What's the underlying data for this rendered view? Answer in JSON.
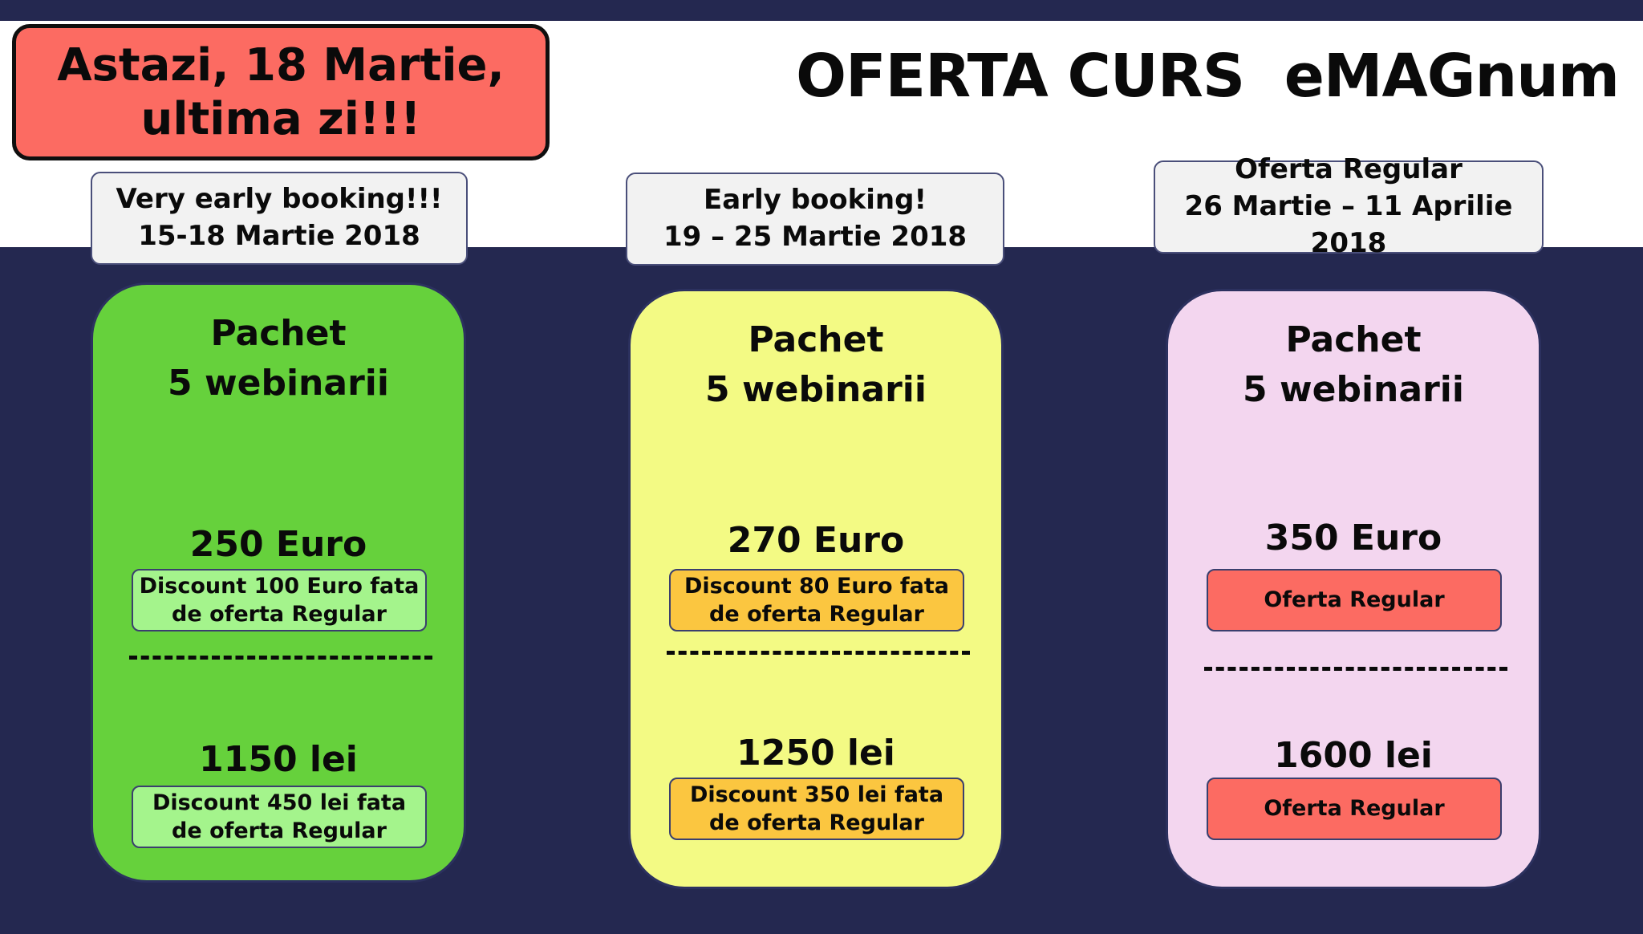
{
  "header": {
    "title": "OFERTA CURS  eMAGnum",
    "promo": "Astazi, 18 Martie,\nultima zi!!!"
  },
  "periods": [
    {
      "line1": "Very early booking!!!",
      "line2": "15-18 Martie 2018"
    },
    {
      "line1": "Early booking!",
      "line2": "19 – 25 Martie 2018"
    },
    {
      "line1": "Oferta Regular",
      "line2": "26 Martie – 11 Aprilie 2018"
    }
  ],
  "cards": [
    {
      "title_line1": "Pachet",
      "title_line2": "5 webinarii",
      "euro_price": "250 Euro",
      "euro_note": "Discount 100 Euro fata de oferta Regular",
      "lei_price": "1150 lei",
      "lei_note": "Discount 450 lei fata de oferta Regular",
      "bg_color": "#66d13c",
      "note_color": "#a4f48c"
    },
    {
      "title_line1": "Pachet",
      "title_line2": "5 webinarii",
      "euro_price": "270 Euro",
      "euro_note": "Discount 80 Euro fata de oferta Regular",
      "lei_price": "1250 lei",
      "lei_note": "Discount 350 lei fata de oferta Regular",
      "bg_color": "#f3fa84",
      "note_color": "#fbc640"
    },
    {
      "title_line1": "Pachet",
      "title_line2": "5 webinarii",
      "euro_price": "350 Euro",
      "euro_note": "Oferta Regular",
      "lei_price": "1600 lei",
      "lei_note": "Oferta Regular",
      "bg_color": "#f3d6ef",
      "note_color": "#fc6b62"
    }
  ],
  "colors": {
    "background": "#242850",
    "header": "#ffffff",
    "promo": "#fc6b62",
    "period_box": "#f2f2f2"
  }
}
